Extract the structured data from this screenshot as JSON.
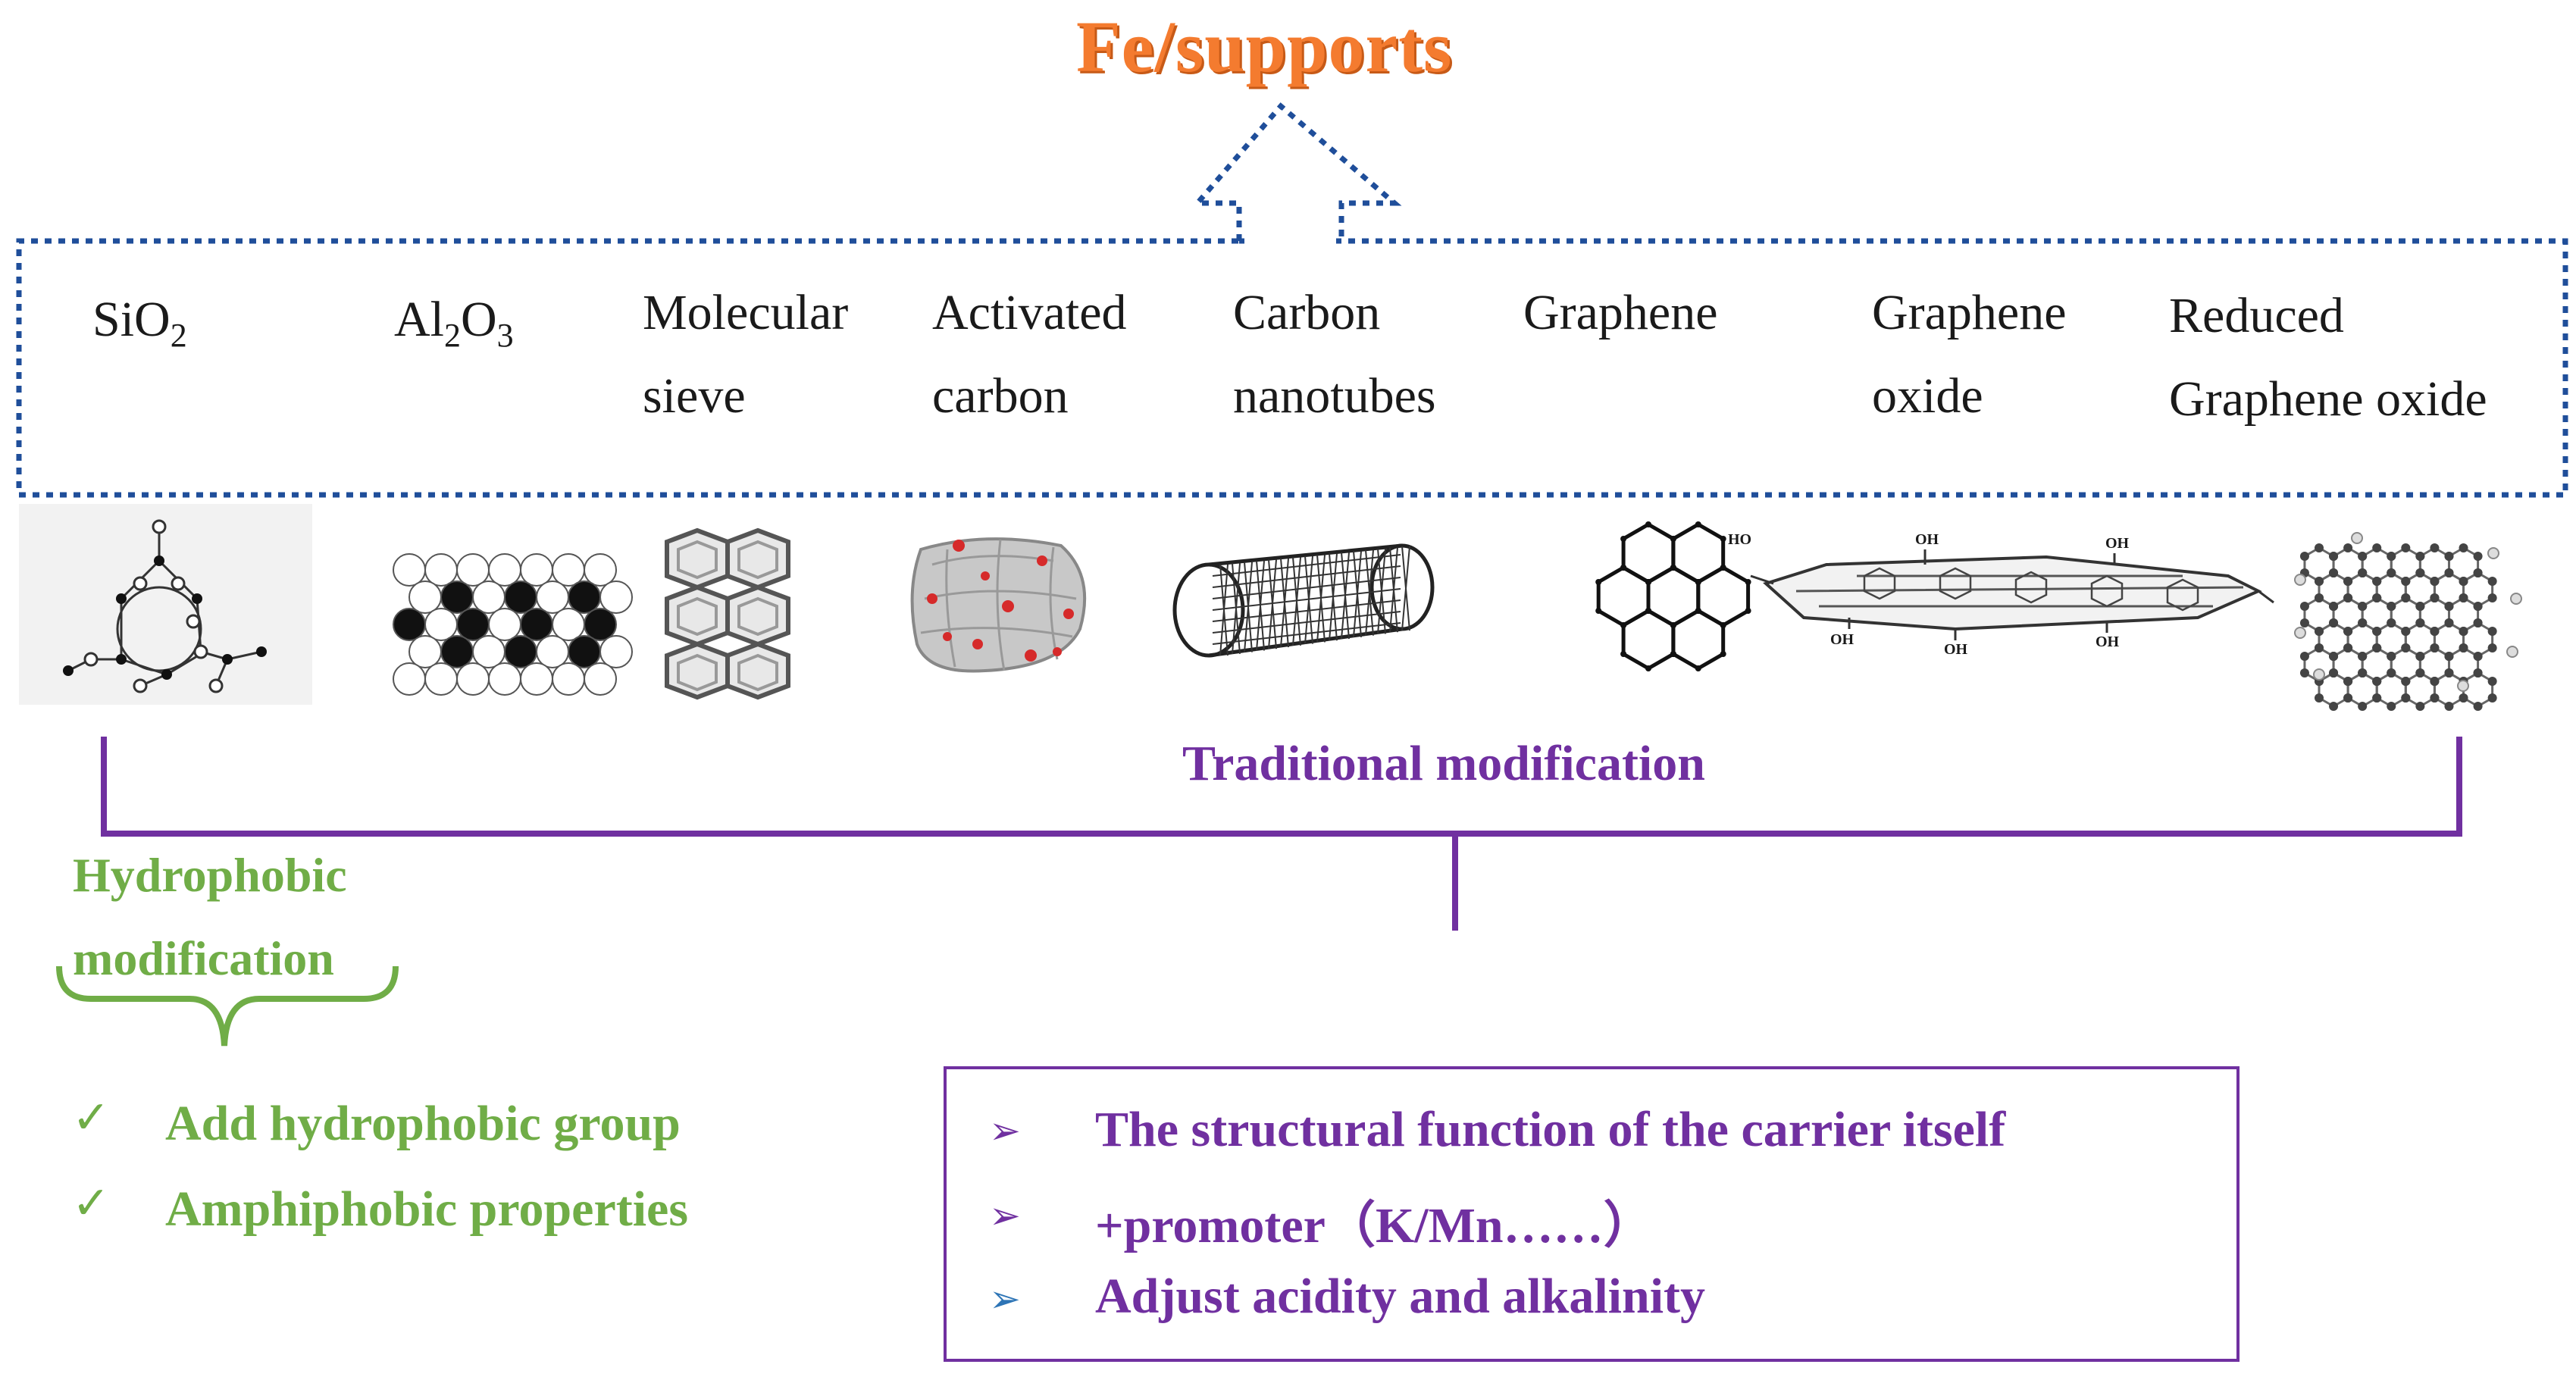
{
  "title": "Fe/supports",
  "supports": [
    {
      "name": "SiO",
      "sub": "2"
    },
    {
      "name": "Al",
      "sub": "2",
      "name2": "O",
      "sub2": "3"
    },
    {
      "line1": "Molecular",
      "line2": "sieve"
    },
    {
      "line1": "Activated",
      "line2": "carbon"
    },
    {
      "line1": "Carbon",
      "line2": "nanotubes"
    },
    {
      "line1": "Graphene"
    },
    {
      "line1": "Graphene",
      "line2": "oxide"
    },
    {
      "line1": "Reduced",
      "line2": "Graphene oxide"
    }
  ],
  "traditional_label": "Traditional modification",
  "hydrophobic": {
    "label": "Hydrophobic modification",
    "items": [
      "Add hydrophobic group",
      "Amphiphobic properties"
    ],
    "check_glyph": "✓"
  },
  "traditional_items": [
    {
      "text": "The structural function of the carrier itself",
      "arrow_color": "#7030a0"
    },
    {
      "text": "+promoter（K/Mn……）",
      "arrow_color": "#7030a0"
    },
    {
      "text": "Adjust acidity and alkalinity",
      "arrow_color": "#2e75b6"
    }
  ],
  "arrow_glyph": "➢",
  "go_labels": {
    "oh": "OH",
    "cooh": "HO"
  },
  "colors": {
    "title": "#f47b2f",
    "traditional": "#7030a0",
    "hydrophobic": "#70ad47",
    "dotted": "#1f4e9a"
  }
}
